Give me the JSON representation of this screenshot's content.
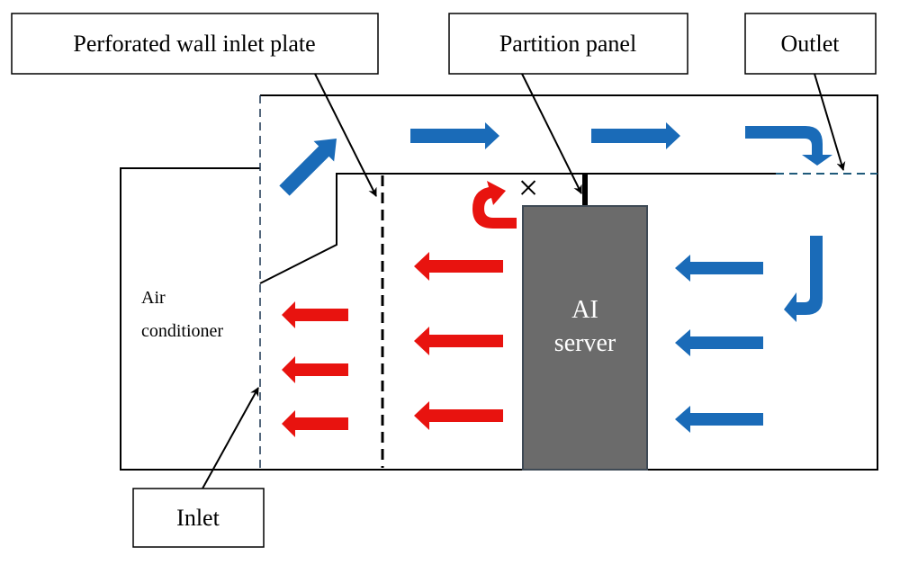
{
  "labels": {
    "perforated_plate": "Perforated wall inlet plate",
    "partition_panel": "Partition panel",
    "outlet": "Outlet",
    "inlet": "Inlet",
    "air_conditioner_line1": "Air",
    "air_conditioner_line2": "conditioner",
    "server_line1": "AI",
    "server_line2": "server",
    "blocked_mark": "×"
  },
  "colors": {
    "cold_air": "#1a6bb8",
    "hot_air": "#e8130f",
    "server": "#6b6b6b"
  }
}
